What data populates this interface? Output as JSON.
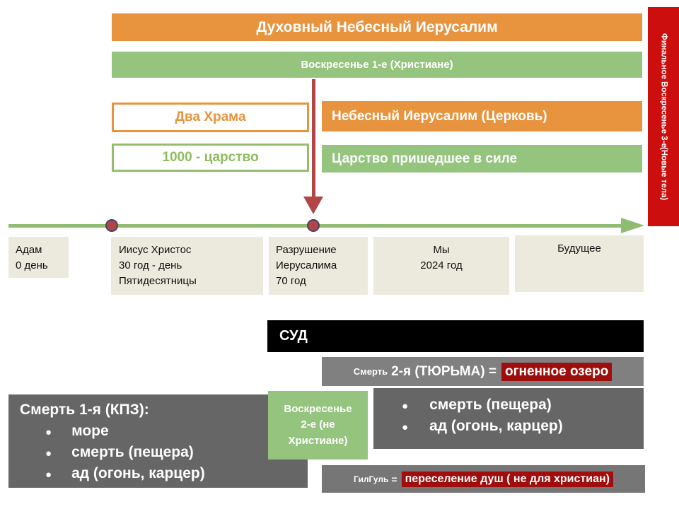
{
  "glyphs": {
    "bullet": "●"
  },
  "colors": {
    "orange": "#E8933D",
    "green": "#95C47E",
    "red_banner": "#CC0E0E",
    "arrow_red": "#B24545",
    "highlight_red": "#A00D0D",
    "gray_box": "#666666",
    "gray_bar": "#808080",
    "beige_event": "#ECE9DD",
    "black_bar": "#000000"
  },
  "top": {
    "spiritual_jerusalem": "Духовный Небесный Иерусалим",
    "resurrection_1": "Воскресенье 1-е (Христиане)",
    "two_temples": "Два Храма",
    "heavenly_jerusalem_church": "Небесный Иерусалим (Церковь)",
    "kingdom_1000": "1000 - царство",
    "kingdom_in_power": "Царство пришедшее в силе"
  },
  "right_banner": {
    "line1": "Финальное Воскресенье 3-е",
    "line2": "(Новые тела)"
  },
  "timeline": {
    "events": [
      {
        "lines": [
          "Адам",
          "0 день"
        ]
      },
      {
        "lines": [
          "Иисус Христос",
          "30 год - день",
          "Пятидесятницы"
        ]
      },
      {
        "lines": [
          "Разрушение",
          "Иерусалима",
          "70 год"
        ]
      },
      {
        "lines": [
          "Мы",
          "2024 год"
        ]
      },
      {
        "lines": [
          "Будущее"
        ]
      }
    ]
  },
  "bottom": {
    "judgment": "СУД",
    "death2_small": "Смерть",
    "death2_large": "2-я (ТЮРЬМА) =",
    "death2_highlight": "огненное озеро",
    "death1_title": "Смерть 1-я (КПЗ):",
    "death1_items": [
      "море",
      "смерть (пещера)",
      "ад (огонь, карцер)"
    ],
    "resurrection_2_lines": [
      "Воскресенье",
      "2-е (не",
      "Христиане)"
    ],
    "right_items": [
      "смерть (пещера)",
      "ад (огонь, карцер)"
    ],
    "gilgul_small": "ГилГуль",
    "gilgul_eq": "=",
    "gilgul_highlight": "переселение душ ( не для христиан)"
  }
}
